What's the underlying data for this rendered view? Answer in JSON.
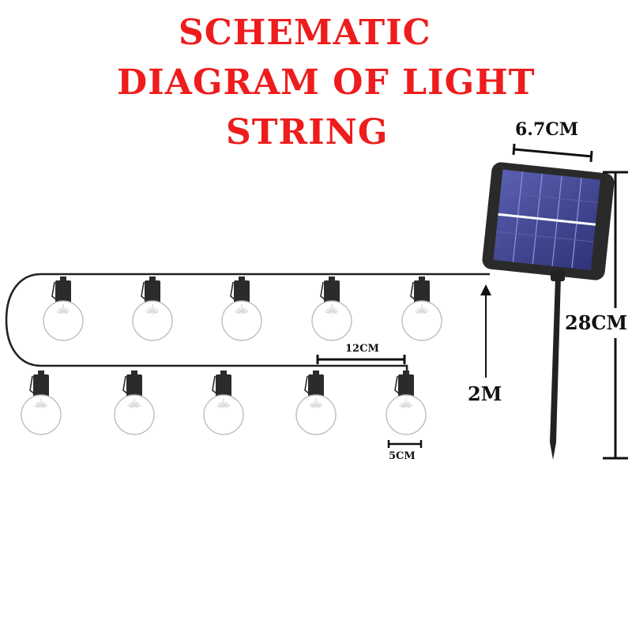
{
  "title": {
    "lines": [
      "SCHEMATIC",
      "DIAGRAM OF LIGHT",
      "STRING"
    ]
  },
  "dimensions": {
    "panel_width": "6.7CM",
    "stake_height": "28CM",
    "cable_length": "2M",
    "bulb_spacing": "12CM",
    "bulb_size": "5CM"
  },
  "bulbs": {
    "top_row": 5,
    "bottom_row": 5
  },
  "colors": {
    "title": "#ee1c1c",
    "text": "#111111",
    "wire": "#222222",
    "panel_frame": "#2a2a2a",
    "solar_cell": "#3b3f8c",
    "bulb_outline": "#bdbdbd",
    "socket": "#2b2b2b"
  }
}
